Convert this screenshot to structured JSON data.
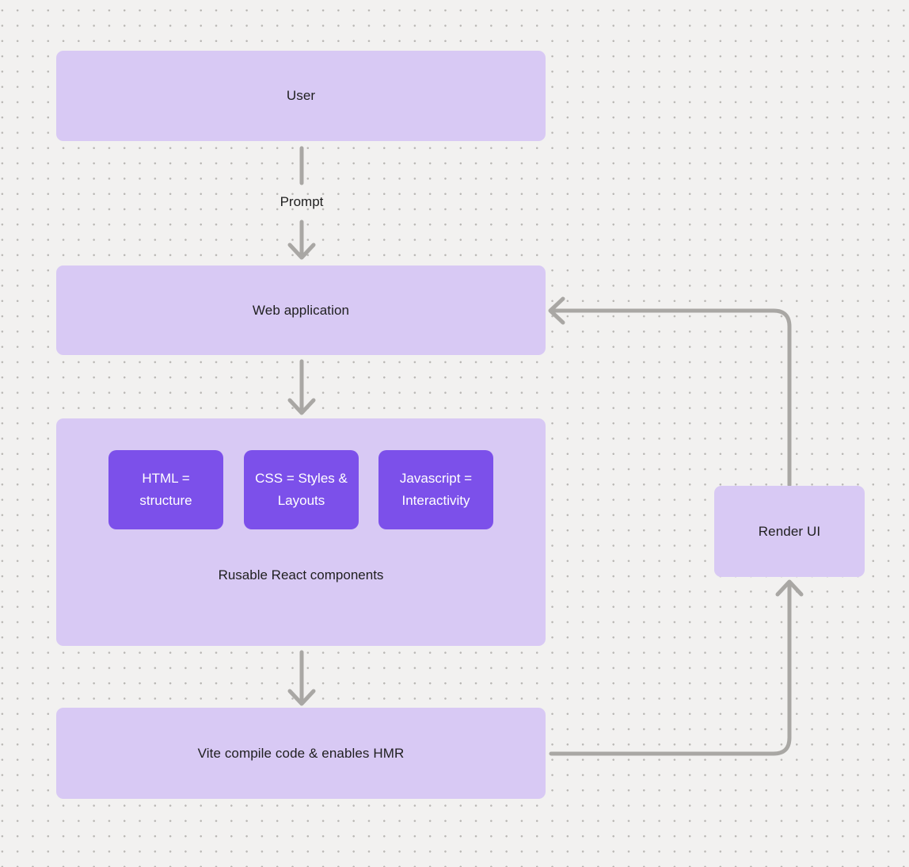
{
  "diagram": {
    "nodes": {
      "user": {
        "label": "User"
      },
      "web_application": {
        "label": "Web application"
      },
      "components_group": {
        "label": "Rusable React components",
        "chips": [
          {
            "label": "HTML = structure"
          },
          {
            "label": "CSS = Styles & Layouts"
          },
          {
            "label": "Javascript = Interactivity"
          }
        ]
      },
      "vite": {
        "label": "Vite compile code & enables HMR"
      },
      "render_ui": {
        "label": "Render UI"
      }
    },
    "edges": {
      "user_to_web_application": {
        "label": "Prompt"
      },
      "web_application_to_components": {
        "label": ""
      },
      "components_to_vite": {
        "label": ""
      },
      "vite_to_render_ui": {
        "label": ""
      },
      "render_ui_to_web_application": {
        "label": ""
      }
    },
    "colors": {
      "background": "#f2f1f0",
      "dot_grid": "#b8b6b3",
      "node_fill_light": "#d8c9f4",
      "node_fill_dark": "#7c50ea",
      "connector": "#a9a7a4",
      "text_dark": "#1f1f1f",
      "text_light": "#ffffff"
    }
  }
}
